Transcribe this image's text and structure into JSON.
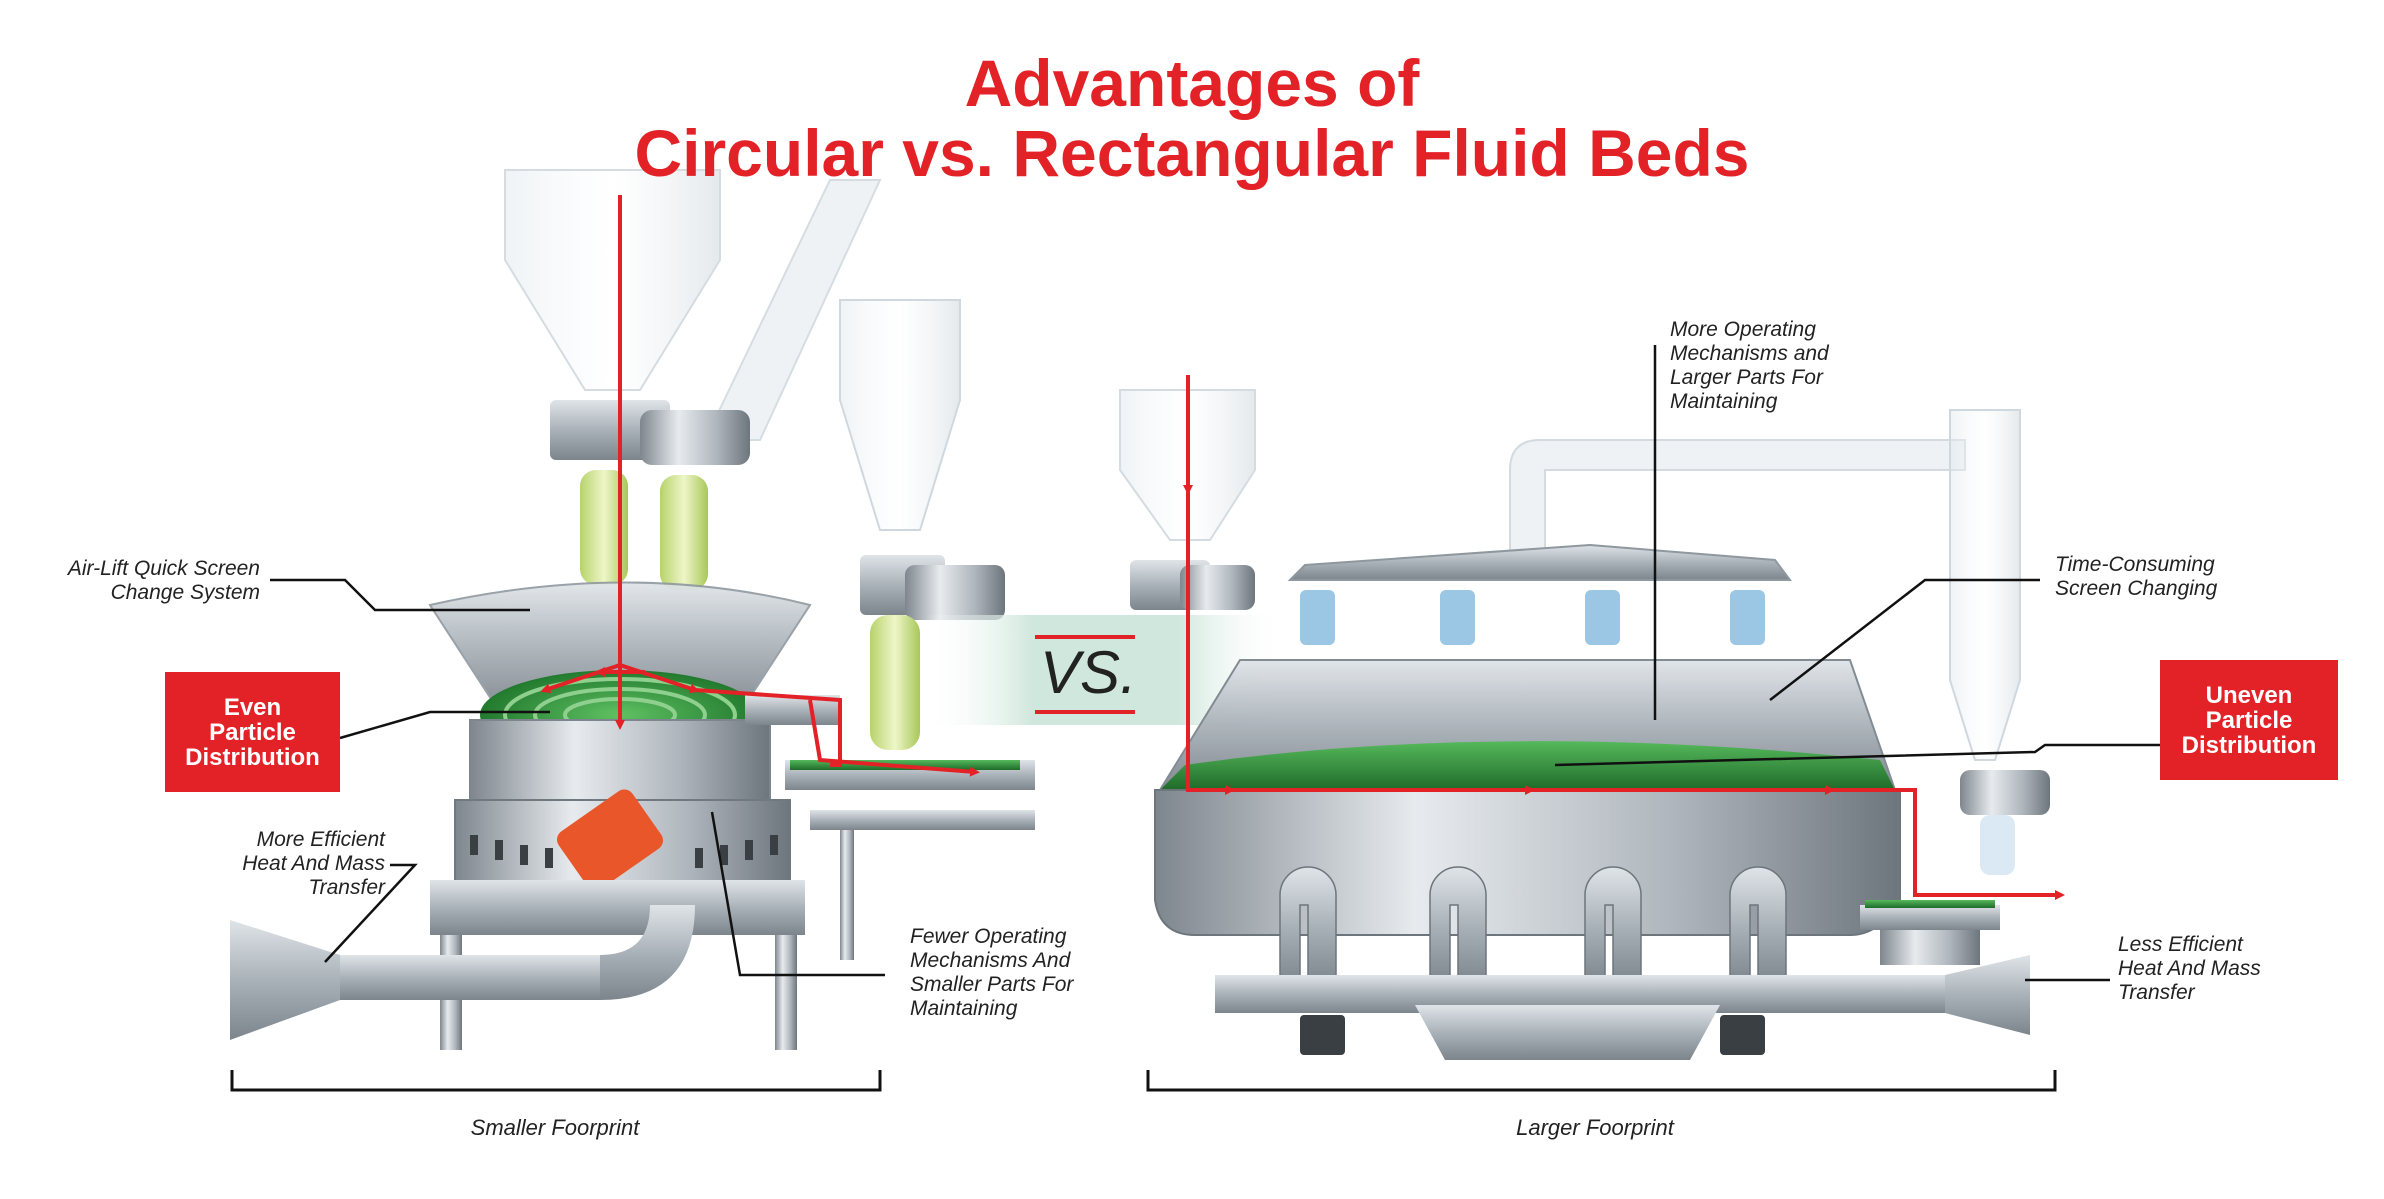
{
  "title": {
    "line1": "Advantages of",
    "line2": "Circular vs. Rectangular Fluid Beds"
  },
  "vs_label": "VS.",
  "left": {
    "airlift": [
      "Air-Lift Quick Screen",
      "Change System"
    ],
    "even": [
      "Even",
      "Particle",
      "Distribution"
    ],
    "heat": [
      "More Efficient",
      "Heat And Mass",
      "Transfer"
    ],
    "fewer": [
      "Fewer Operating",
      "Mechanisms And",
      "Smaller Parts For",
      "Maintaining"
    ],
    "footprint": "Smaller Foorprint"
  },
  "right": {
    "more": [
      "More Operating",
      "Mechanisms and",
      "Larger Parts For",
      "Maintaining"
    ],
    "time": [
      "Time-Consuming",
      "Screen Changing"
    ],
    "uneven": [
      "Uneven",
      "Particle",
      "Distribution"
    ],
    "less": [
      "Less Efficient",
      "Heat And Mass",
      "Transfer"
    ],
    "footprint": "Larger Foorprint"
  },
  "colors": {
    "accent_red": "#e32228",
    "product_green": "#3aa344",
    "steel": "#9aa3ab"
  }
}
